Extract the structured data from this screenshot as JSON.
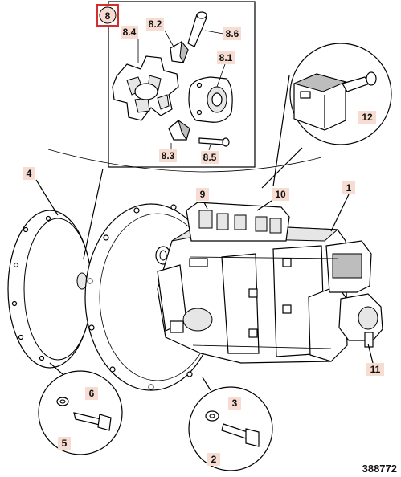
{
  "callouts": {
    "c1": "1",
    "c2": "2",
    "c3": "3",
    "c4": "4",
    "c5": "5",
    "c6": "6",
    "c8": "8",
    "c8_1": "8.1",
    "c8_2": "8.2",
    "c8_3": "8.3",
    "c8_4": "8.4",
    "c8_5": "8.5",
    "c8_6": "8.6",
    "c9": "9",
    "c10": "10",
    "c11": "11",
    "c12": "12"
  },
  "reference_number": "388772",
  "colors": {
    "callout_fill": "#f6dcd1",
    "highlight_box": "#d32f2f"
  }
}
